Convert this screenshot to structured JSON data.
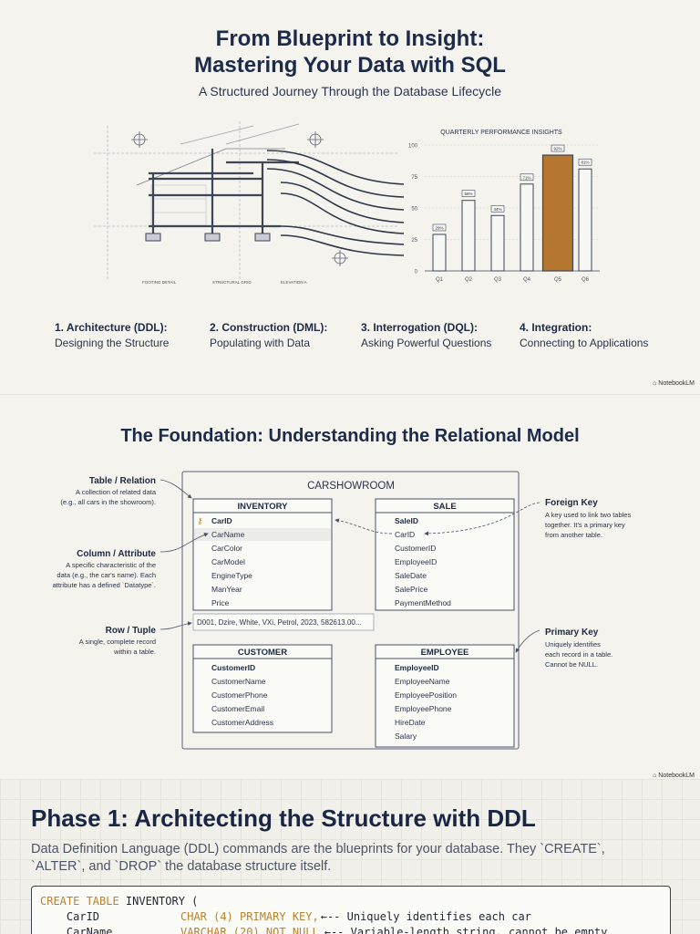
{
  "slide1": {
    "title_line1": "From Blueprint to Insight:",
    "title_line2": "Mastering Your Data with SQL",
    "subtitle": "A Structured Journey Through the Database Lifecycle",
    "blueprint_labels": [
      "FOOTING DETAIL",
      "STRUCTURAL GRID",
      "ELEVATION A"
    ],
    "chart_data": {
      "type": "bar",
      "title": "QUARTERLY PERFORMANCE INSIGHTS",
      "categories": [
        "Q1",
        "Q2",
        "Q3",
        "Q4",
        "Q5",
        "Q6"
      ],
      "values": [
        29,
        56,
        44,
        69,
        92,
        81
      ],
      "data_labels": [
        "29%",
        "56%",
        "44%",
        "71%",
        "92%",
        "81%"
      ],
      "highlight_index": 4,
      "highlight_color": "#b5762f",
      "ylim": [
        0,
        100
      ],
      "yticks": [
        "0",
        "25",
        "50",
        "75",
        "100"
      ],
      "grid": true,
      "legend": "none"
    },
    "stages": [
      {
        "heading": "1. Architecture (DDL):",
        "desc": "Designing the Structure"
      },
      {
        "heading": "2. Construction (DML):",
        "desc": "Populating with Data"
      },
      {
        "heading": "3. Interrogation (DQL):",
        "desc": "Asking Powerful Questions"
      },
      {
        "heading": "4. Integration:",
        "desc": "Connecting to Applications"
      }
    ],
    "brand": "NotebookLM"
  },
  "slide2": {
    "title": "The Foundation: Understanding the Relational Model",
    "db_name": "CARSHOWROOM",
    "tables": {
      "inventory": {
        "name": "INVENTORY",
        "columns": [
          "CarID",
          "CarName",
          "CarColor",
          "CarModel",
          "EngineType",
          "ManYear",
          "Price"
        ]
      },
      "sale": {
        "name": "SALE",
        "columns": [
          "SaleID",
          "CarID",
          "CustomerID",
          "EmployeeID",
          "SaleDate",
          "SalePrice",
          "PaymentMethod"
        ]
      },
      "customer": {
        "name": "CUSTOMER",
        "columns": [
          "CustomerID",
          "CustomerName",
          "CustomerPhone",
          "CustomerEmail",
          "CustomerAddress"
        ]
      },
      "employee": {
        "name": "EMPLOYEE",
        "columns": [
          "EmployeeID",
          "EmployeeName",
          "EmployeePosition",
          "EmployeePhone",
          "HireDate",
          "Salary"
        ]
      }
    },
    "tuple_example": "D001, Dzire, White, VXi, Petrol, 2023, 582613.00...",
    "annotations": {
      "table": {
        "title": "Table / Relation",
        "lines": [
          "A collection of related data",
          "(e.g., all cars in the showroom)."
        ]
      },
      "column": {
        "title": "Column / Attribute",
        "lines": [
          "A specific characteristic of the",
          "data (e.g., the car's name). Each",
          "attribute has a defined `Datatype`."
        ]
      },
      "row": {
        "title": "Row / Tuple",
        "lines": [
          "A single, complete record",
          "within a table."
        ]
      },
      "foreign_key": {
        "title": "Foreign Key",
        "lines": [
          "A key used to link two tables",
          "together. It's a primary key",
          "from another table."
        ]
      },
      "primary_key": {
        "title": "Primary Key",
        "lines": [
          "Uniquely identifies",
          "each record in a table.",
          "Cannot be NULL."
        ]
      }
    },
    "brand": "NotebookLM"
  },
  "slide3": {
    "title": "Phase 1: Architecting the Structure with DDL",
    "desc_line1": "Data Definition Language (DDL) commands are the blueprints for your database. They `CREATE`,",
    "desc_line2": "`ALTER`, and `DROP` the database structure itself.",
    "code": {
      "line1_kw": "CREATE TABLE",
      "line1_rest": " INVENTORY (",
      "line2_col": "    CarID",
      "line2_type": "CHAR (4) PRIMARY KEY,",
      "line2_comment": "←-- Uniquely identifies each car",
      "line3_col": "    CarName",
      "line3_type": "VARCHAR (20) NOT NULL",
      "line3_comment": "←-- Variable-length string, cannot be empty"
    }
  }
}
